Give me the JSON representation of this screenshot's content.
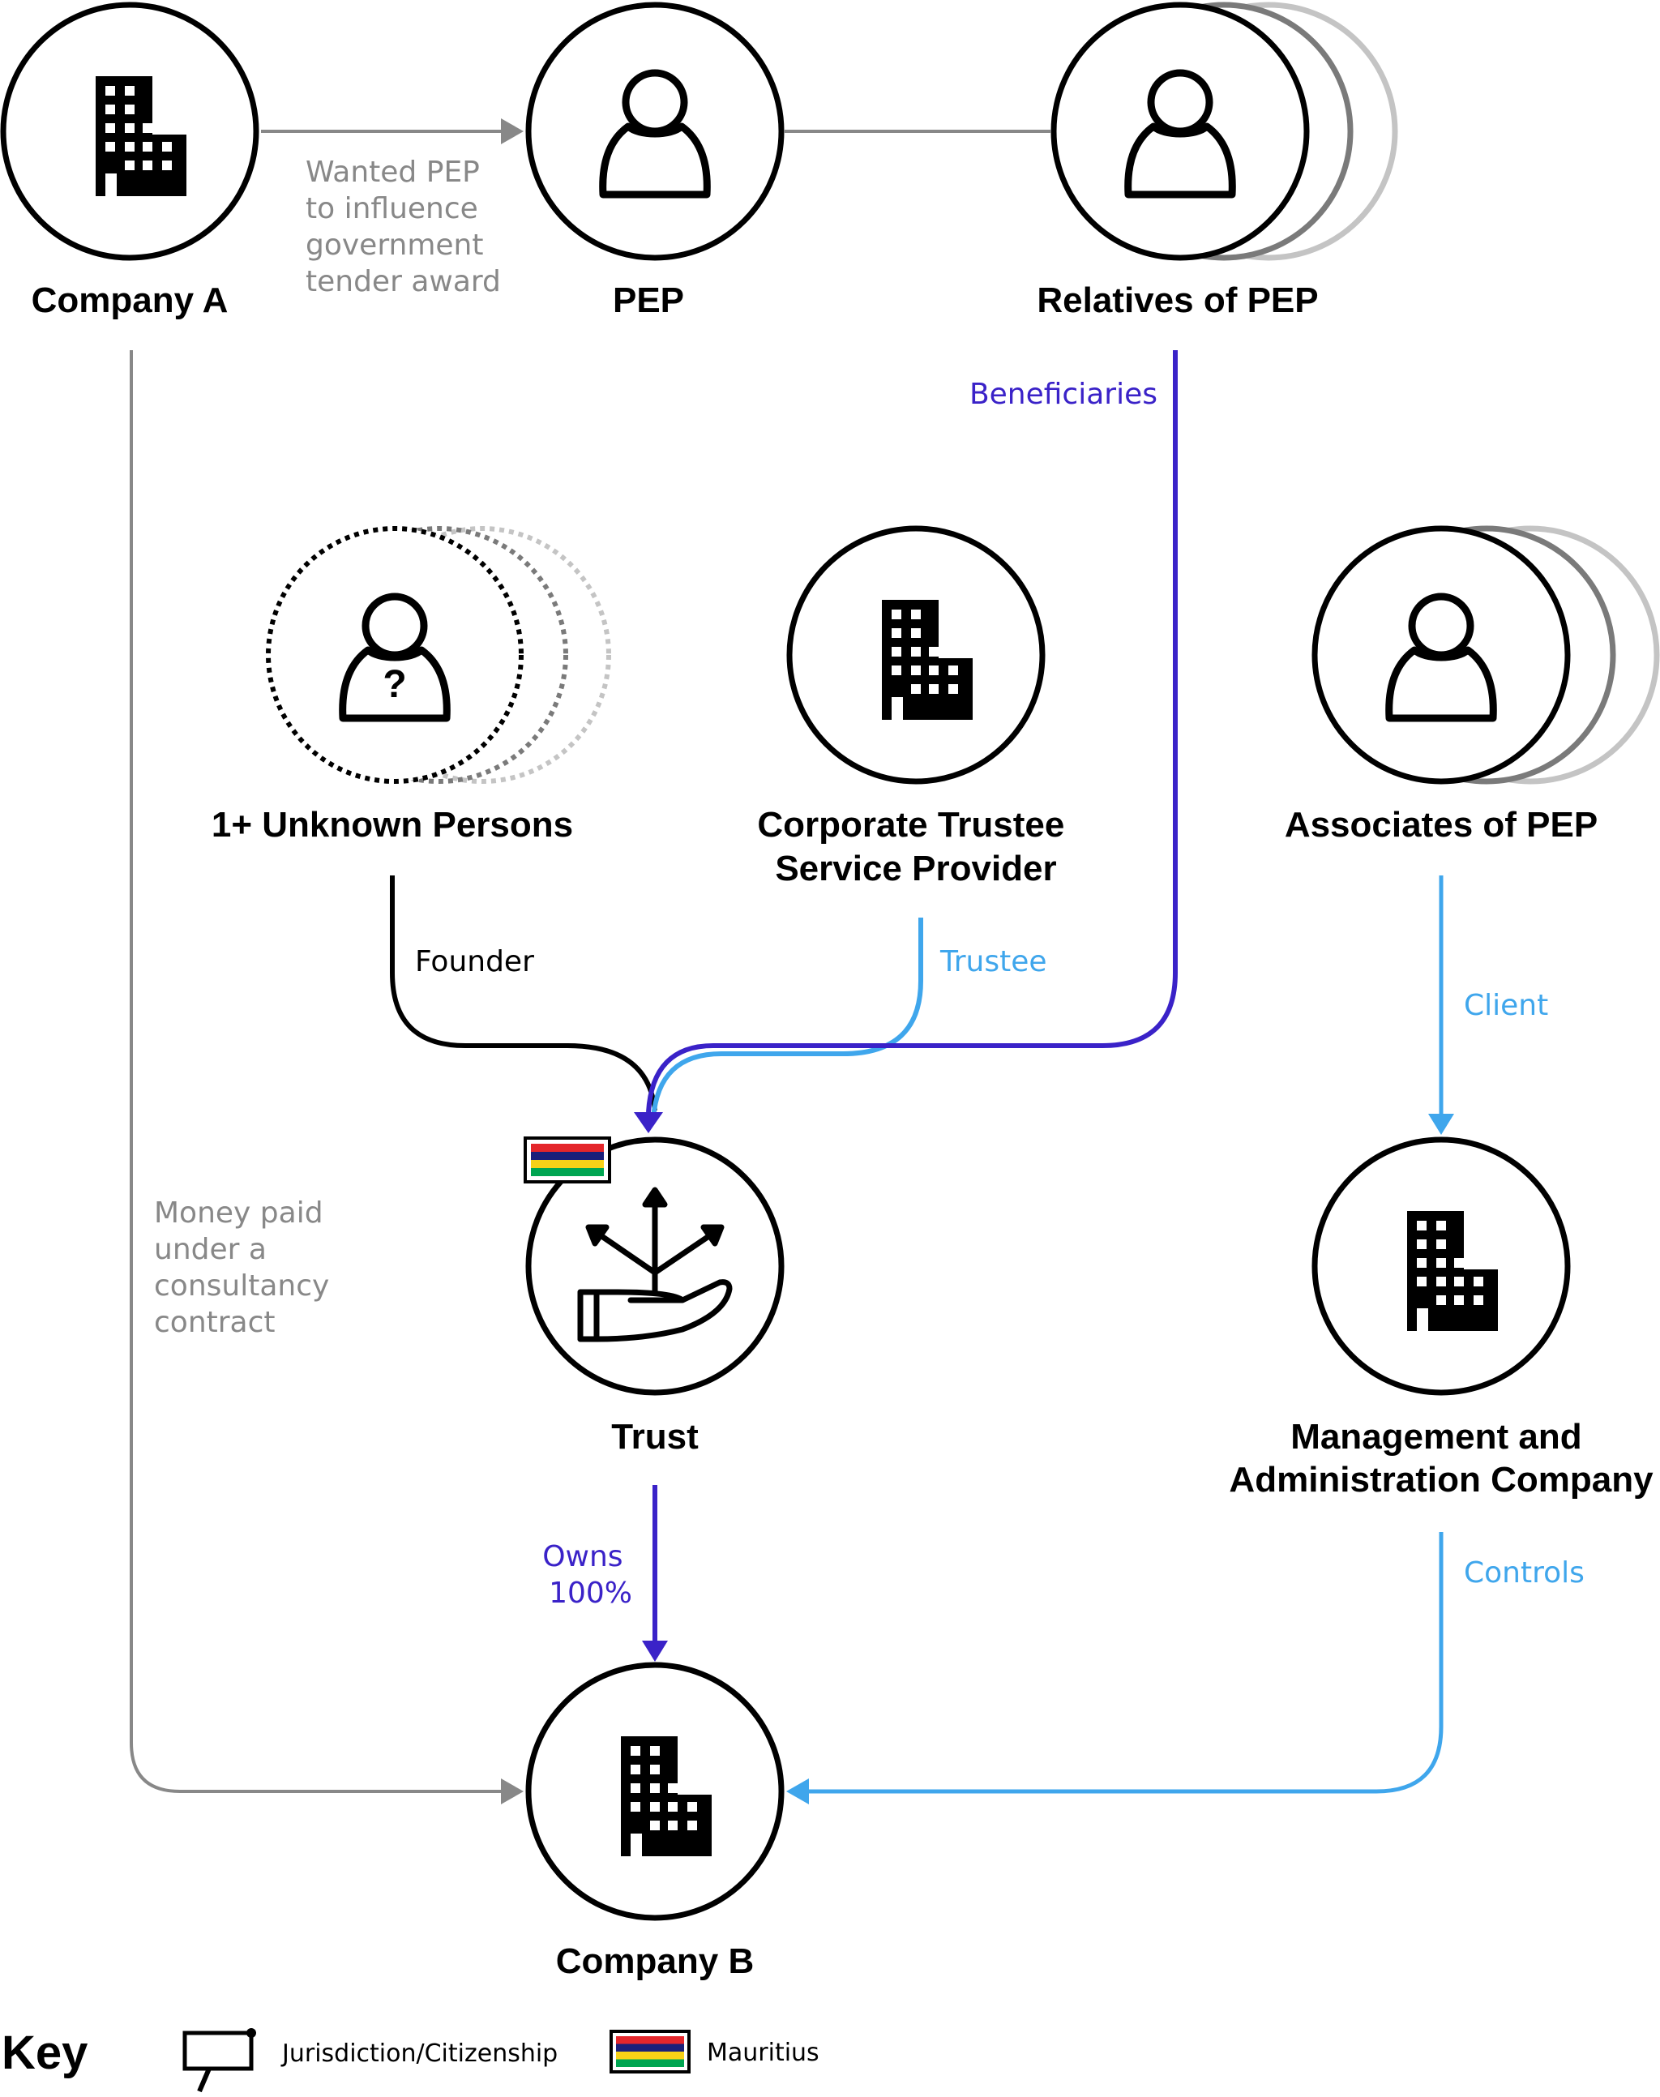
{
  "colors": {
    "gray": "#888888",
    "black": "#000000",
    "purple": "#3a22c8",
    "light_blue": "#3fa6ec",
    "mauritius_red": "#e4262b",
    "mauritius_blue": "#1a1f7a",
    "mauritius_yellow": "#f7d117",
    "mauritius_green": "#00a551"
  },
  "nodes": {
    "company_a": {
      "title": "Company A",
      "icon": "building-icon"
    },
    "pep": {
      "title": "PEP",
      "icon": "person-icon"
    },
    "relatives": {
      "title": "Relatives of PEP",
      "icon": "person-stack-icon"
    },
    "unknown": {
      "title": "1+ Unknown Persons",
      "icon": "unknown-person-stack-icon"
    },
    "cts": {
      "title_line1": "Corporate Trustee",
      "title_line2": "Service Provider",
      "icon": "building-icon"
    },
    "associates": {
      "title": "Associates of PEP",
      "icon": "person-stack-icon"
    },
    "trust": {
      "title": "Trust",
      "icon": "trust-hand-icon",
      "jurisdiction_flag": "mauritius-flag-icon"
    },
    "mgmt": {
      "title_line1": "Management and",
      "title_line2": "Administration Company",
      "icon": "building-icon"
    },
    "company_b": {
      "title": "Company B",
      "icon": "building-icon"
    }
  },
  "edges": {
    "company_a_pep": [
      "Wanted PEP",
      "to influence",
      "government",
      "tender award"
    ],
    "company_a_company_b": [
      "Money paid",
      "under a",
      "consultancy",
      "contract"
    ],
    "relatives_trust": "Beneficiaries",
    "unknown_trust": "Founder",
    "cts_trust": "Trustee",
    "associates_mgmt": "Client",
    "trust_company_b": [
      "Owns",
      "100%"
    ],
    "mgmt_company_b": "Controls"
  },
  "key": {
    "title": "Key",
    "jurisdiction_label": "Jurisdiction/Citizenship",
    "mauritius_label": "Mauritius"
  }
}
